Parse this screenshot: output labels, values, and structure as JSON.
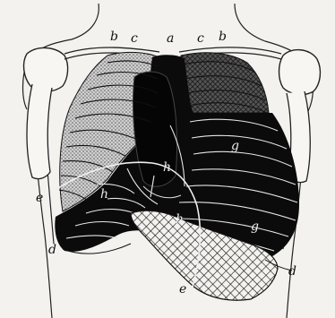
{
  "figure": {
    "letters": {
      "b_left": "b",
      "c_left": "c",
      "a": "a",
      "c_right": "c",
      "b_right": "b",
      "g_right": "g",
      "h_center": "h",
      "h_left": "h",
      "h_lower": "h",
      "g_lower": "g",
      "e_left": "e",
      "d_left": "d",
      "e_bottom": "e",
      "d_right": "d"
    },
    "colors": {
      "ink": "#111111",
      "paper": "#f3f2ef",
      "dullness_shade": "#bdbdbd"
    }
  }
}
